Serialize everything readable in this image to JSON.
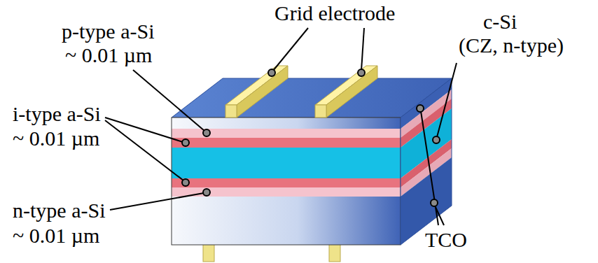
{
  "diagram": {
    "labels": [
      "Grid electrode",
      "p-type a-Si",
      "~ 0.01 µm",
      "i-type a-Si",
      "~ 0.01 µm",
      "n-type a-Si",
      "~ 0.01 µm",
      "c-Si",
      "(CZ, n-type)",
      "TCO"
    ]
  }
}
